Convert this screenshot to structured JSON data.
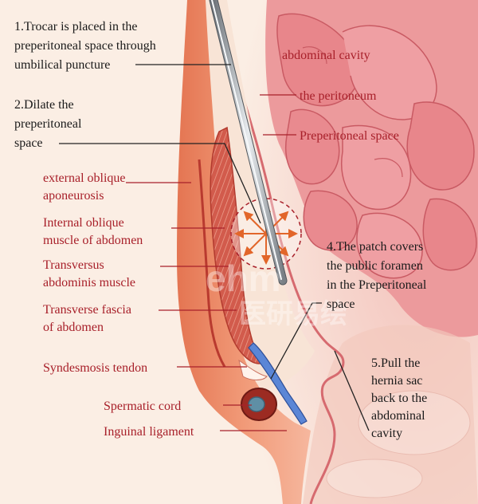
{
  "labels": {
    "step1": [
      "1.Trocar is placed in the",
      "preperitoneal space through",
      "umbilical puncture"
    ],
    "step2": [
      "2.Dilate the",
      "preperitoneal",
      "space"
    ],
    "step4": [
      "4.The patch covers",
      "the public foramen",
      "in the Preperitoneal",
      "space"
    ],
    "step5": [
      "5.Pull the",
      "hernia sac",
      "back to the",
      "abdominal",
      "cavity"
    ],
    "abdominal_cavity": "abdominal cavity",
    "peritoneum": "the peritoneum",
    "preperitoneal_space": "Preperitoneal space",
    "external_oblique": [
      "external oblique",
      "aponeurosis"
    ],
    "internal_oblique": [
      "Internal oblique",
      "muscle of abdomen"
    ],
    "transversus": [
      "Transversus",
      "abdominis muscle"
    ],
    "transverse_fascia": [
      "Transverse fascia",
      "of abdomen"
    ],
    "syndesmosis": "Syndesmosis tendon",
    "spermatic_cord": "Spermatic cord",
    "inguinal_ligament": "Inguinal ligament"
  },
  "watermark": [
    "ehm",
    "医研易绘"
  ],
  "colors": {
    "label_red": "#a8202a",
    "label_black": "#1a1a1a",
    "background": "#fbeee4",
    "intestine": "#e98a8f",
    "muscle": "#c8493b",
    "patch": "#5b86d6",
    "arrow": "#e2662a"
  }
}
